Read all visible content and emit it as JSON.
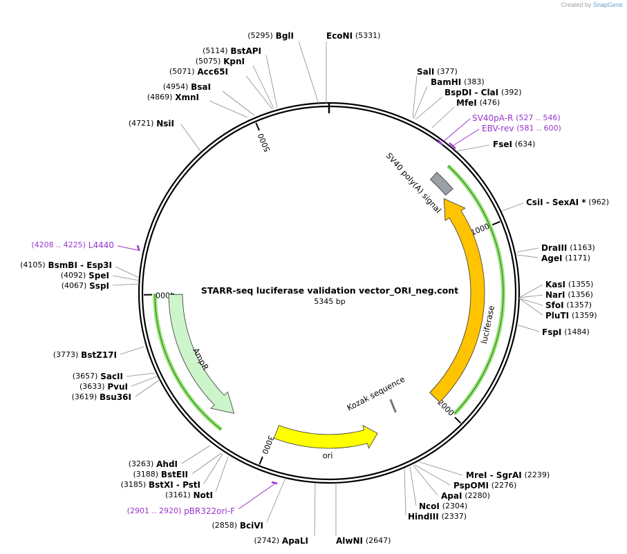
{
  "credit": {
    "prefix": "Created by",
    "brand": "SnapGene"
  },
  "map": {
    "name": "STARR-seq luciferase validation vector_ORI_neg.cont",
    "length_label": "5345 bp",
    "total_bp": 5345,
    "tick_labels": [
      "1000",
      "2000",
      "3000",
      "4000",
      "5000"
    ]
  },
  "features": [
    {
      "id": "sv40",
      "label": "SV40 poly(A) signal",
      "type": "box",
      "start": 620,
      "end": 742,
      "color": "#9aa0a6"
    },
    {
      "id": "luciferase",
      "label": "luciferase",
      "type": "arrow",
      "start": 752,
      "end": 2000,
      "direction": "ccw",
      "color": "#ffc300"
    },
    {
      "id": "kozak",
      "label": "Kozak sequence",
      "type": "small",
      "start": 2228,
      "end": 2240,
      "color": "#9aa0a6"
    },
    {
      "id": "ori",
      "label": "ori",
      "type": "arrow",
      "start": 2390,
      "end": 2980,
      "direction": "ccw",
      "color": "#ffff00"
    },
    {
      "id": "ampr",
      "label": "AmpR",
      "type": "arrow",
      "start": 3240,
      "end": 4000,
      "direction": "ccw",
      "color": "#ccf5cc"
    }
  ],
  "primer_arcs": [
    {
      "start": 640,
      "end": 1990,
      "color": "#99e673"
    },
    {
      "start": 3240,
      "end": 4005,
      "color": "#99e673"
    }
  ],
  "enzymes": [
    {
      "name": "EcoNI",
      "pos": "(5331)"
    },
    {
      "name": "BglI",
      "pos": "(5295)"
    },
    {
      "name": "BstAPI",
      "pos": "(5114)"
    },
    {
      "name": "KpnI",
      "pos": "(5075)"
    },
    {
      "name": "Acc65I",
      "pos": "(5071)"
    },
    {
      "name": "BsaI",
      "pos": "(4954)"
    },
    {
      "name": "XmnI",
      "pos": "(4869)"
    },
    {
      "name": "NsiI",
      "pos": "(4721)"
    },
    {
      "name": "SalI",
      "pos": "(377)"
    },
    {
      "name": "BamHI",
      "pos": "(383)"
    },
    {
      "name": "BspDI  -  ClaI",
      "pos": "(392)"
    },
    {
      "name": "MfeI",
      "pos": "(476)"
    },
    {
      "name": "FseI",
      "pos": "(634)"
    },
    {
      "name": "CsiI  -  SexAI *",
      "pos": "(962)"
    },
    {
      "name": "DraIII",
      "pos": "(1163)"
    },
    {
      "name": "AgeI",
      "pos": "(1171)"
    },
    {
      "name": "KasI",
      "pos": "(1355)"
    },
    {
      "name": "NarI",
      "pos": "(1356)"
    },
    {
      "name": "SfoI",
      "pos": "(1357)"
    },
    {
      "name": "PluTI",
      "pos": "(1359)"
    },
    {
      "name": "FspI",
      "pos": "(1484)"
    },
    {
      "name": "MreI  -  SgrAI",
      "pos": "(2239)"
    },
    {
      "name": "PspOMI",
      "pos": "(2276)"
    },
    {
      "name": "ApaI",
      "pos": "(2280)"
    },
    {
      "name": "NcoI",
      "pos": "(2304)"
    },
    {
      "name": "HindIII",
      "pos": "(2337)"
    },
    {
      "name": "AlwNI",
      "pos": "(2647)"
    },
    {
      "name": "ApaLI",
      "pos": "(2742)"
    },
    {
      "name": "BciVI",
      "pos": "(2858)"
    },
    {
      "name": "NotI",
      "pos": "(3161)"
    },
    {
      "name": "BstXI  -  PstI",
      "pos": "(3185)"
    },
    {
      "name": "BstEII",
      "pos": "(3188)"
    },
    {
      "name": "AhdI",
      "pos": "(3263)"
    },
    {
      "name": "Bsu36I",
      "pos": "(3619)"
    },
    {
      "name": "PvuI",
      "pos": "(3633)"
    },
    {
      "name": "SacII",
      "pos": "(3657)"
    },
    {
      "name": "BstZ17I",
      "pos": "(3773)"
    },
    {
      "name": "SspI",
      "pos": "(4067)"
    },
    {
      "name": "SpeI",
      "pos": "(4092)"
    },
    {
      "name": "BsmBI  -  Esp3I",
      "pos": "(4105)"
    }
  ],
  "primers": [
    {
      "name": "SV40pA-R",
      "range": "(527 .. 546)"
    },
    {
      "name": "EBV-rev",
      "range": "(581 .. 600)"
    },
    {
      "name": "L4440",
      "range": "(4208 .. 4225)"
    },
    {
      "name": "pBR322ori-F",
      "range": "(2901 .. 2920)"
    }
  ],
  "colors": {
    "primer": "#9933cc",
    "ring": "#000000",
    "leader": "#888888"
  }
}
